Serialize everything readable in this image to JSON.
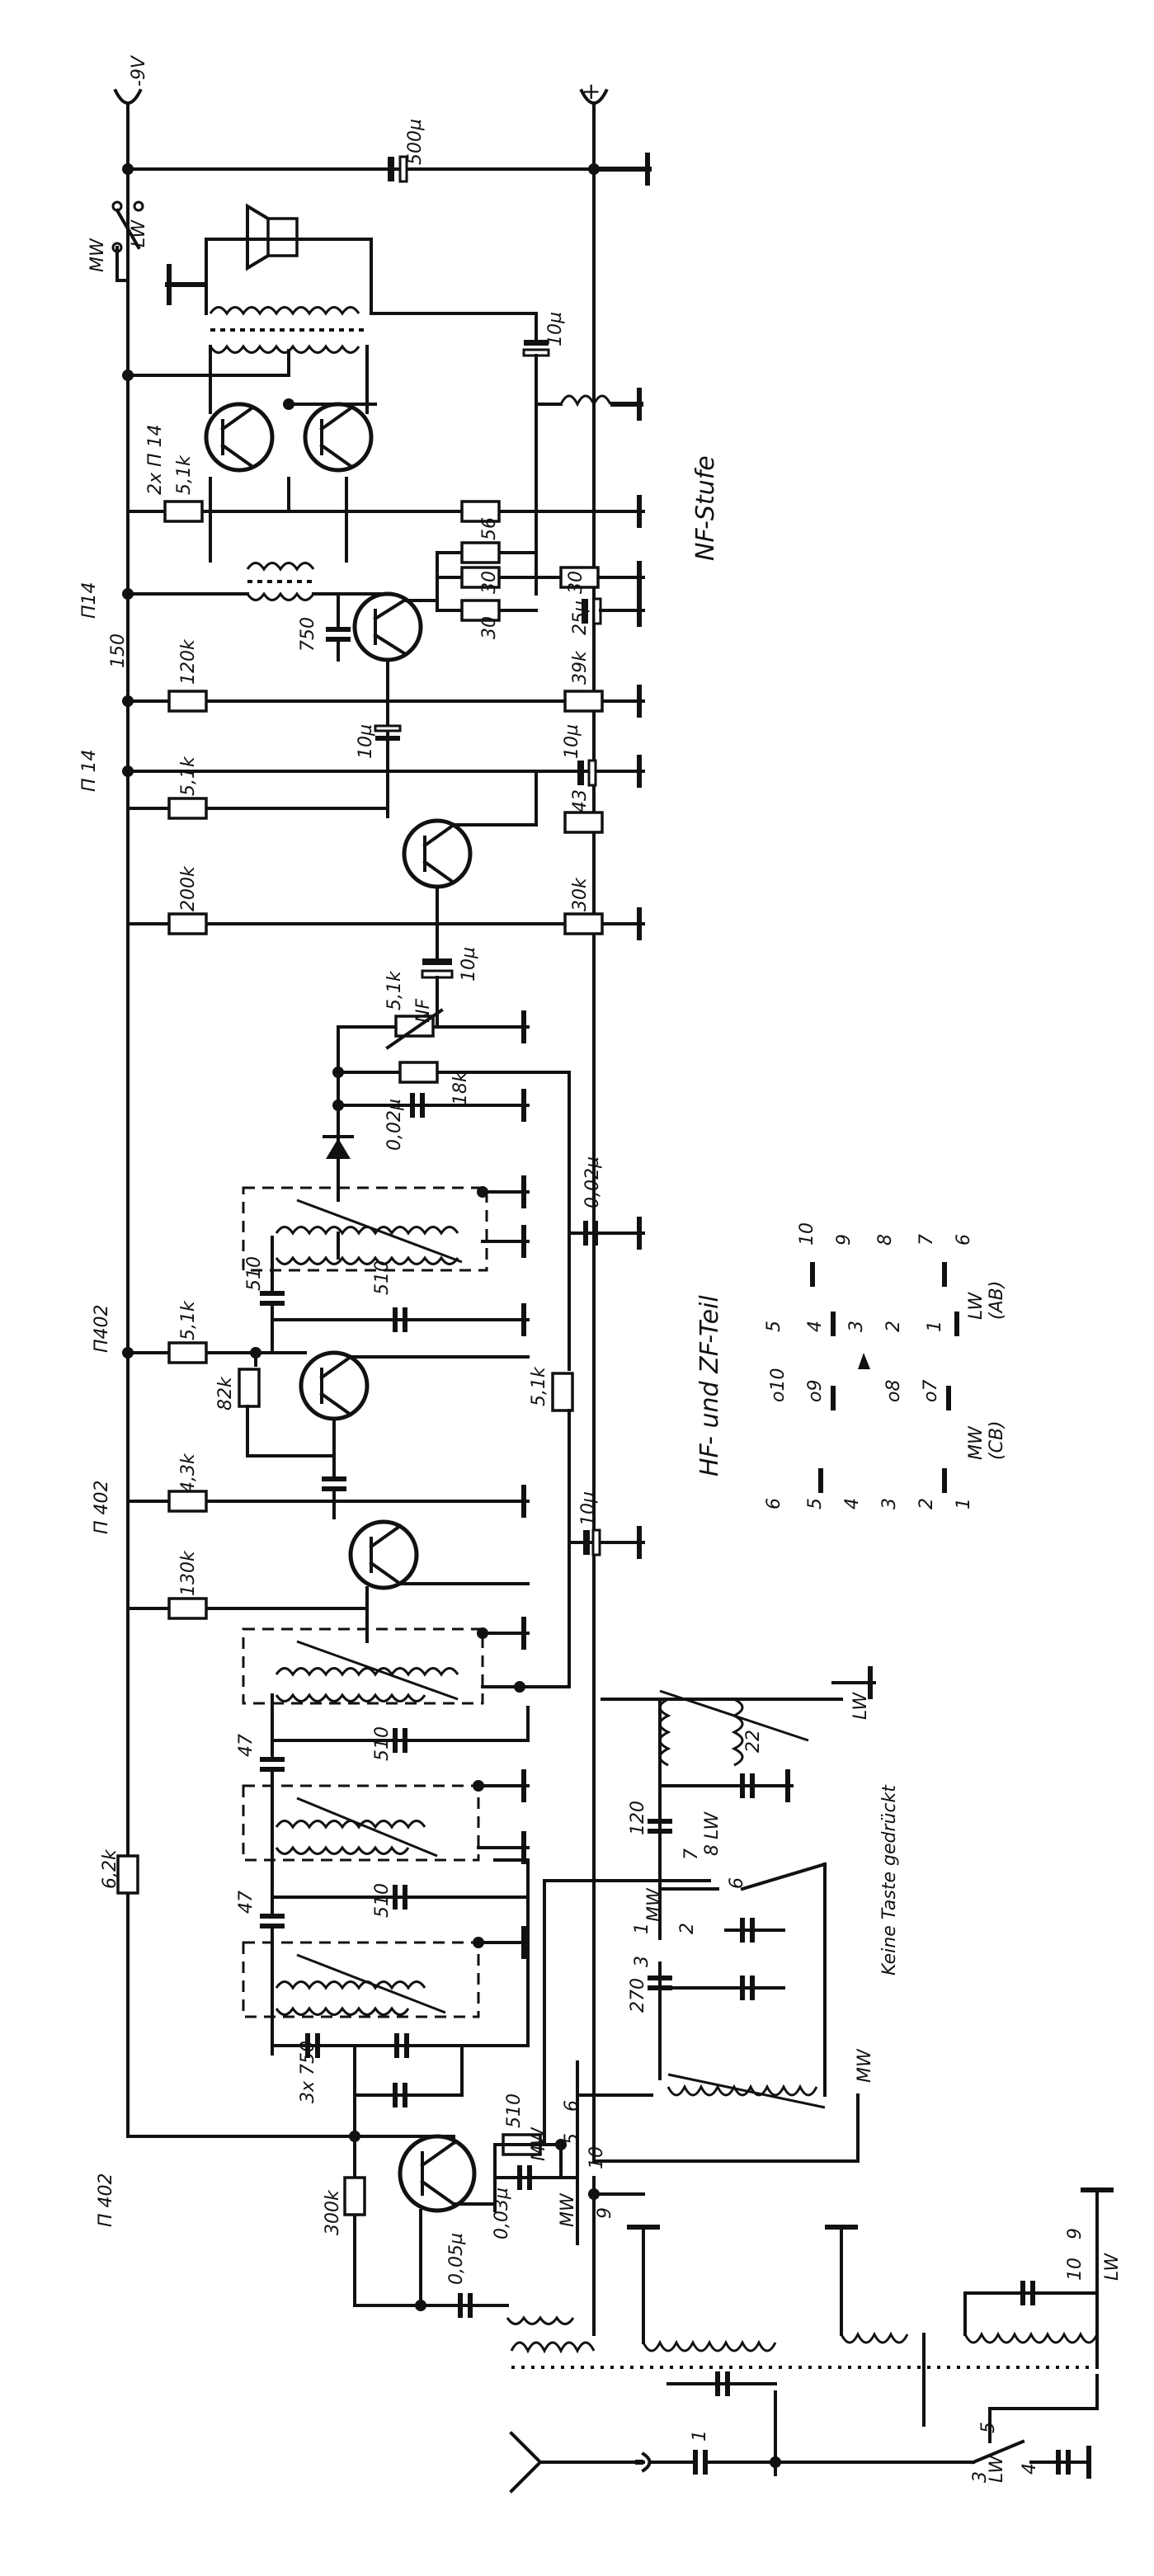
{
  "supply": {
    "voltage": "-9V",
    "plus": "+"
  },
  "section_titles": {
    "nf": "NF-Stufe",
    "hf": "HF- und ZF-Teil",
    "no_key": "Keine Taste gedrückt"
  },
  "transistors": {
    "t1": "П 402",
    "t2": "П 402",
    "t3": "П402",
    "t4": "П 14",
    "t5": "П14",
    "t6": "2x П 14"
  },
  "resistors": {
    "r_6k2": "6,2k",
    "r_130k": "130k",
    "r_4k3": "4,3k",
    "r_5k1_a": "5,1k",
    "r_82k": "82k",
    "r_200k": "200k",
    "r_5k1_b": "5,1k",
    "r_120k": "120k",
    "r_150": "150",
    "r_5k1_c": "5,1k",
    "r_30k": "30k",
    "r_43": "43",
    "r_39k": "39k",
    "r_30_a": "30",
    "r_30_b": "30",
    "r_30_c": "30",
    "r_56": "56",
    "r_18k": "18k",
    "r_5k1_vol": "5,1k",
    "vol_label": "NF",
    "r_5k1_d": "5,1k",
    "r_300k": "300k",
    "r_510_osc": "510"
  },
  "capacitors": {
    "c_500u": "500µ",
    "c_10u_a": "10µ",
    "c_750": "750",
    "c_25u": "25µ",
    "c_10u_b": "10µ",
    "c_10u_c": "10µ",
    "c_10u_d": "10µ",
    "c_002u_a": "0,02µ",
    "c_002u_b": "0,02µ",
    "c_510_a": "510",
    "c_510_b": "510",
    "c_510_c": "510",
    "c_510_d": "510",
    "c_47_a": "47",
    "c_47_b": "47",
    "c_3x750": "3x 750",
    "c_003u": "0,03µ",
    "c_005u": "0,05µ",
    "c_10u_e": "10µ",
    "c_120": "120",
    "c_22": "22",
    "c_270": "270",
    "c_1": "1"
  },
  "switch_labels": {
    "mw_top": "MW",
    "lw_top": "LW",
    "n8": "8",
    "n7": "7",
    "n1": "1",
    "n2": "2",
    "mw_a": "MW",
    "lw_a": "LW",
    "n7b": "7",
    "n8b": "8",
    "n6": "6",
    "n1b": "1",
    "n2b": "2",
    "n3": "3",
    "mw_b": "MW",
    "lw_b": "LW",
    "n5": "5",
    "n6b": "6",
    "n10": "10",
    "n9": "9",
    "mw_c": "MW",
    "n5b": "5",
    "n10b": "10",
    "n9b": "9",
    "lw_c": "LW",
    "n3b": "3",
    "n4": "4",
    "lw_d": "LW",
    "n5c": "5",
    "mw_coil": "MW",
    "lw_coil": "LW",
    "mw_side": "MW"
  },
  "keyboard": {
    "row1": [
      "6",
      "5",
      "4",
      "3",
      "2",
      "1"
    ],
    "row2": [
      "o10",
      "o9",
      "o8",
      "o7"
    ],
    "row3": [
      "5",
      "4",
      "3",
      "2",
      "1"
    ],
    "row4": [
      "10",
      "9",
      "8",
      "7",
      "6"
    ],
    "mw": "MW",
    "cb": "(CB)",
    "lw": "LW",
    "ab": "(AB)"
  }
}
